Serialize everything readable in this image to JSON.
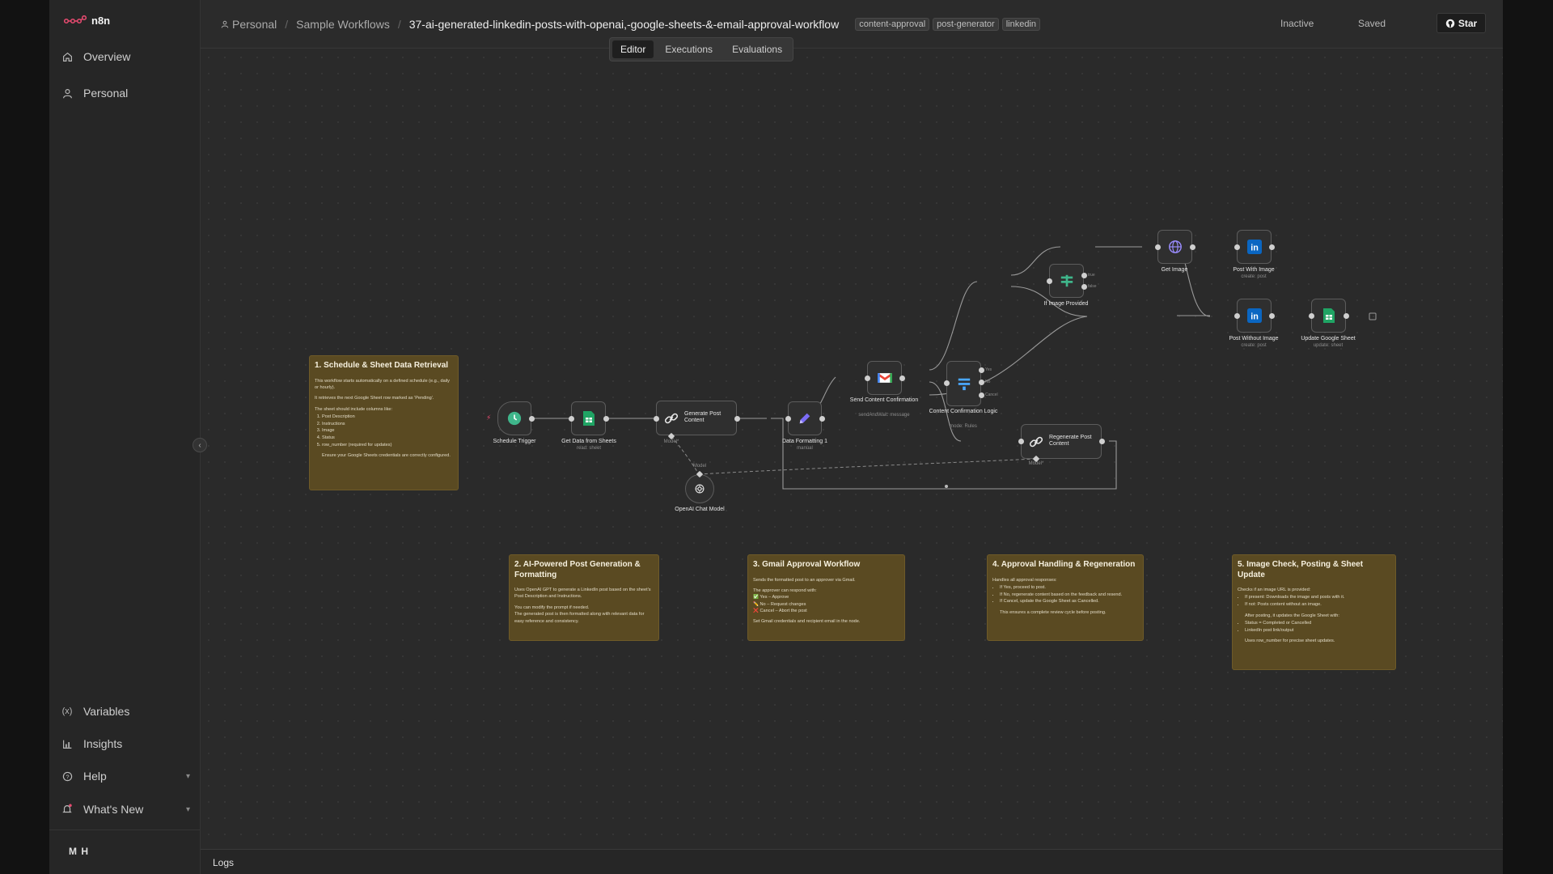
{
  "app": {
    "logo_text": "n8n"
  },
  "sidebar": {
    "top_items": [
      {
        "label": "Overview",
        "icon": "home-icon"
      },
      {
        "label": "Personal",
        "icon": "user-icon"
      }
    ],
    "bottom_items": [
      {
        "label": "Variables",
        "icon": "variables-icon"
      },
      {
        "label": "Insights",
        "icon": "chart-icon"
      },
      {
        "label": "Help",
        "icon": "help-icon"
      },
      {
        "label": "What's New",
        "icon": "bell-icon"
      }
    ],
    "user_initials": "M H"
  },
  "header": {
    "breadcrumb": {
      "project": "Personal",
      "folder": "Sample Workflows",
      "workflow": "37-ai-generated-linkedin-posts-with-openai,-google-sheets-&-email-approval-workflow"
    },
    "tags": [
      "content-approval",
      "post-generator",
      "linkedin"
    ],
    "active_status": "Inactive",
    "save_status": "Saved",
    "star_label": "Star"
  },
  "tabs": [
    "Editor",
    "Executions",
    "Evaluations"
  ],
  "nodes": {
    "schedule_trigger": {
      "label": "Schedule Trigger"
    },
    "get_data": {
      "label": "Get Data from Sheets",
      "sub": "read: sheet"
    },
    "generate_post": {
      "label": "Generate Post Content",
      "port_label": "Model*"
    },
    "data_formatting": {
      "label": "Data Formatting 1",
      "sub": "manual"
    },
    "send_confirmation": {
      "label": "Send Content Confirmation",
      "sub": "sendAndWait: message"
    },
    "confirmation_logic": {
      "label": "Content Confirmation Logic",
      "sub": "mode: Rules",
      "outputs": [
        "Yes",
        "No",
        "Cancel"
      ]
    },
    "if_image": {
      "label": "If Image Provided",
      "outputs": [
        "true",
        "false"
      ]
    },
    "get_image": {
      "label": "Get Image"
    },
    "post_with_image": {
      "label": "Post With Image",
      "sub": "create: post"
    },
    "post_without_image": {
      "label": "Post Without Image",
      "sub": "create: post"
    },
    "update_sheet": {
      "label": "Update Google Sheet",
      "sub": "update: sheet"
    },
    "regenerate_post": {
      "label": "Regenerate Post Content",
      "port_label": "Model*"
    },
    "openai_model": {
      "label": "OpenAI Chat Model",
      "port_label": "Model"
    }
  },
  "stickies": {
    "s1": {
      "title": "1. Schedule & Sheet Data Retrieval",
      "p1": "This workflow starts automatically on a defined schedule (e.g., daily or hourly).",
      "p2": "It retrieves the next Google Sheet row marked as 'Pending'.",
      "p3": "The sheet should include columns like:",
      "list": [
        "Post Description",
        "Instructions",
        "Image",
        "Status",
        "row_number (required for updates)"
      ],
      "p4": "Ensure your Google Sheets credentials are correctly configured."
    },
    "s2": {
      "title": "2. AI-Powered Post Generation & Formatting",
      "p1": "Uses OpenAI GPT to generate a LinkedIn post based on the sheet's Post Description and Instructions.",
      "p2": "You can modify the prompt if needed.",
      "p3": "The generated post is then formatted along with relevant data for easy reference and consistency."
    },
    "s3": {
      "title": "3. Gmail Approval Workflow",
      "p1": "Sends the formatted post to an approver via Gmail.",
      "p2": "The approver can respond with:",
      "options": [
        "✅ Yes – Approve",
        "✏️ No – Request changes",
        "❌ Cancel – Abort the post"
      ],
      "p3": "Set Gmail credentials and recipient email in the node."
    },
    "s4": {
      "title": "4. Approval Handling & Regeneration",
      "p1": "Handles all approval responses:",
      "list": [
        "If Yes, proceed to post.",
        "If No, regenerate content based on the feedback and resend.",
        "If Cancel, update the Google Sheet as Cancelled."
      ],
      "p2": "This ensures a complete review cycle before posting."
    },
    "s5": {
      "title": "5. Image Check, Posting & Sheet Update",
      "p1": "Checks if an image URL is provided:",
      "list1": [
        "If present: Downloads the image and posts with it.",
        "If not: Posts content without an image."
      ],
      "p2": "After posting, it updates the Google Sheet with:",
      "list2": [
        "Status = Completed or Cancelled",
        "LinkedIn post link/output"
      ],
      "p3": "Uses row_number for precise sheet updates."
    }
  },
  "logs_label": "Logs",
  "colors": {
    "sticky_bg": "#5a4a22",
    "schedule": "#3fb68b",
    "sheets": "#20a464",
    "linkedin": "#0a66c2",
    "edit": "#7b6cf6",
    "gmail_red": "#ea4335"
  }
}
